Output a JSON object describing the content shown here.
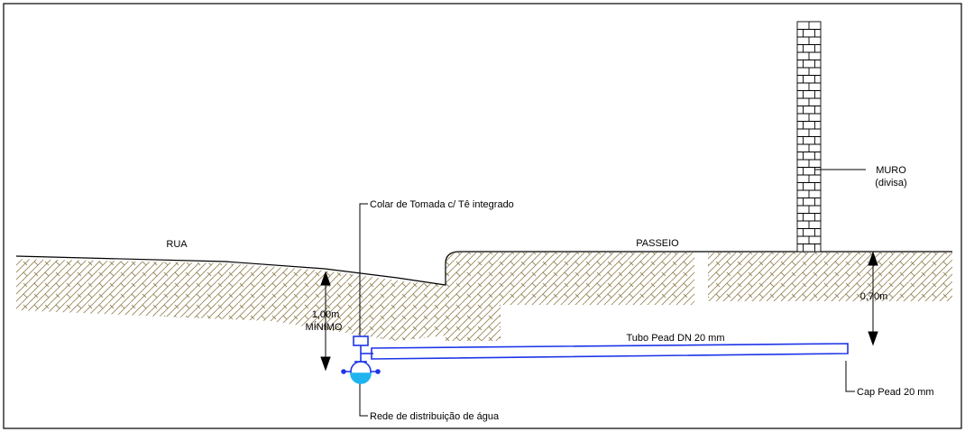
{
  "labels": {
    "rua": "RUA",
    "passeio": "PASSEIO",
    "muro": "MURO",
    "muro_sub": "(divisa)",
    "colar": "Colar de Tomada c/ Tê integrado",
    "depth_min_value": "1,00m",
    "depth_min_note": "MÍNIMO",
    "depth_passeio": "0,70m",
    "tubo": "Tubo Pead DN 20 mm",
    "cap": "Cap Pead 20 mm",
    "rede": "Rede de distribuição de água"
  },
  "colors": {
    "soil_hatch": "#9c8a5e",
    "pipe": "#1d35e8",
    "water_node": "#1fb4f0",
    "line": "#000000"
  }
}
